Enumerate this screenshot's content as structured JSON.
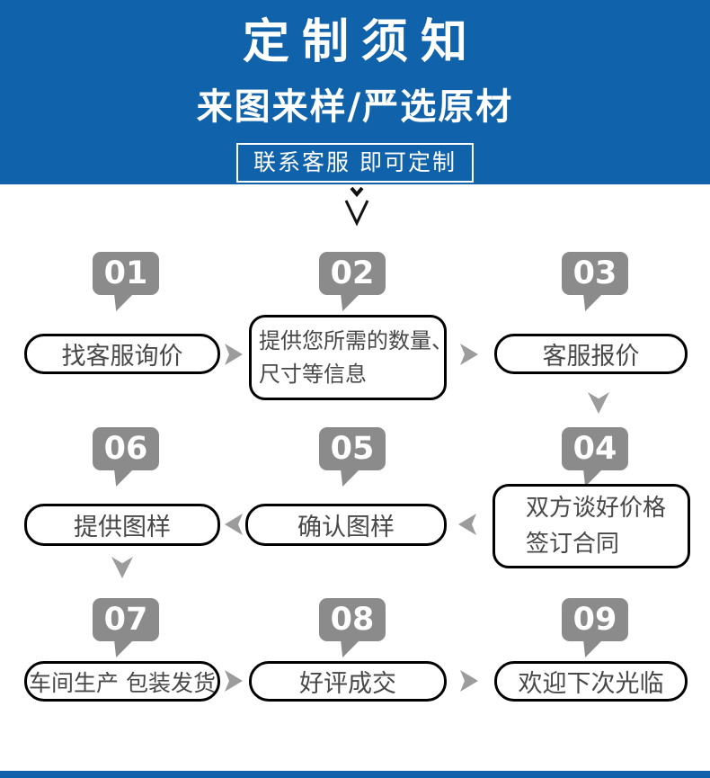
{
  "header": {
    "title": "定制须知",
    "subtitle": "来图来样/严选原材",
    "cta": "联系客服 即可定制"
  },
  "steps": [
    {
      "num": "01",
      "label": "找客服询价"
    },
    {
      "num": "02",
      "lines": [
        "提供您所需的数量、",
        "尺寸等信息"
      ]
    },
    {
      "num": "03",
      "label": "客服报价"
    },
    {
      "num": "04",
      "lines": [
        "双方谈好价格",
        "签订合同"
      ]
    },
    {
      "num": "05",
      "label": "确认图样"
    },
    {
      "num": "06",
      "label": "提供图样"
    },
    {
      "num": "07",
      "label": "车间生产 包装发货"
    },
    {
      "num": "08",
      "label": "好评成交"
    },
    {
      "num": "09",
      "label": "欢迎下次光临"
    }
  ],
  "icons": {
    "flow_start": "double-chevron-down",
    "step_connector_right": "triangle-right",
    "step_connector_left": "triangle-left",
    "step_connector_down": "triangle-down"
  },
  "colors": {
    "banner_blue": "#1062ab",
    "badge_gray": "#8b8b8b",
    "arrow_gray": "#9c9c9c",
    "box_border": "#000000",
    "box_text": "#484848"
  }
}
